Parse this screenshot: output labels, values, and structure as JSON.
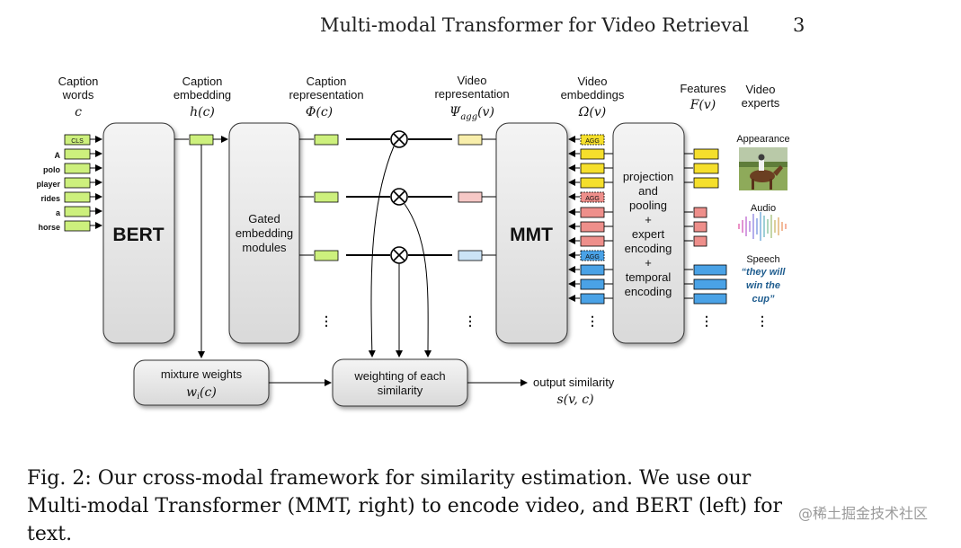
{
  "header": {
    "running_title": "Multi-modal Transformer for Video Retrieval",
    "page_number": "3"
  },
  "figure": {
    "column_headers": {
      "caption_words": [
        "Caption",
        "words"
      ],
      "caption_words_symbol": "c",
      "caption_embedding": [
        "Caption",
        "embedding"
      ],
      "caption_embedding_symbol": "h(c)",
      "caption_representation": [
        "Caption",
        "representation"
      ],
      "caption_representation_symbol": "Φ(c)",
      "video_representation": [
        "Video",
        "representation"
      ],
      "video_representation_symbol": "Ψ",
      "video_representation_sub": "agg",
      "video_representation_arg": "(v)",
      "video_embeddings": [
        "Video",
        "embeddings"
      ],
      "video_embeddings_symbol": "Ω(v)",
      "features": "Features",
      "features_symbol": "F(v)",
      "video_experts": [
        "Video",
        "experts"
      ]
    },
    "tokens": [
      "CLS",
      "A",
      "polo",
      "player",
      "rides",
      "a",
      "horse"
    ],
    "blocks": {
      "bert": "BERT",
      "gated": [
        "Gated",
        "embedding",
        "modules"
      ],
      "mmt": "MMT",
      "projection": [
        "projection",
        "and",
        "pooling",
        "+",
        "expert",
        "encoding",
        "+",
        "temporal",
        "encoding"
      ],
      "mixture": "mixture weights",
      "mixture_symbol": "w",
      "mixture_sub": "i",
      "mixture_arg": "(c)",
      "weighting": [
        "weighting of each",
        "similarity"
      ]
    },
    "agg_label": "AGG",
    "output": {
      "label": "output similarity",
      "symbol": "s(v, c)"
    },
    "experts": {
      "appearance": "Appearance",
      "audio": "Audio",
      "speech": "Speech",
      "speech_quote": [
        "“they will",
        "win the",
        "cup”"
      ]
    },
    "ellipsis": "⋮",
    "colors": {
      "yellow": "#f5df2c",
      "red": "#ee8f8b",
      "blue": "#4aa2e6",
      "green": "#cdf07d",
      "block_gray": "#e6e6e6"
    }
  },
  "caption": "Fig. 2: Our cross-modal framework for similarity estimation. We use our Multi-modal Transformer (MMT, right) to encode video, and BERT (left) for text.",
  "watermark": "@稀土掘金技术社区"
}
